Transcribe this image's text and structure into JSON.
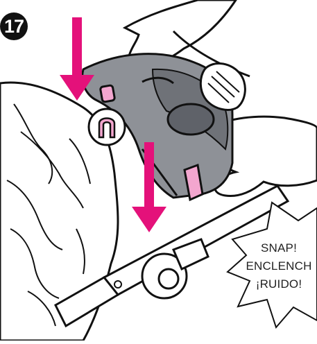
{
  "step": {
    "number": "17"
  },
  "burst": {
    "lines": [
      "SNAP!",
      "ENCLENCH",
      "¡RUIDO!"
    ]
  },
  "colors": {
    "accent": "#e4117a",
    "accent_light": "#f3a6cf",
    "shell": "#8e9197",
    "shell_dark": "#5f6269",
    "outline": "#111111"
  },
  "icons": {
    "arrows": "down-arrow-icon",
    "latch": "u-latch-icon"
  }
}
